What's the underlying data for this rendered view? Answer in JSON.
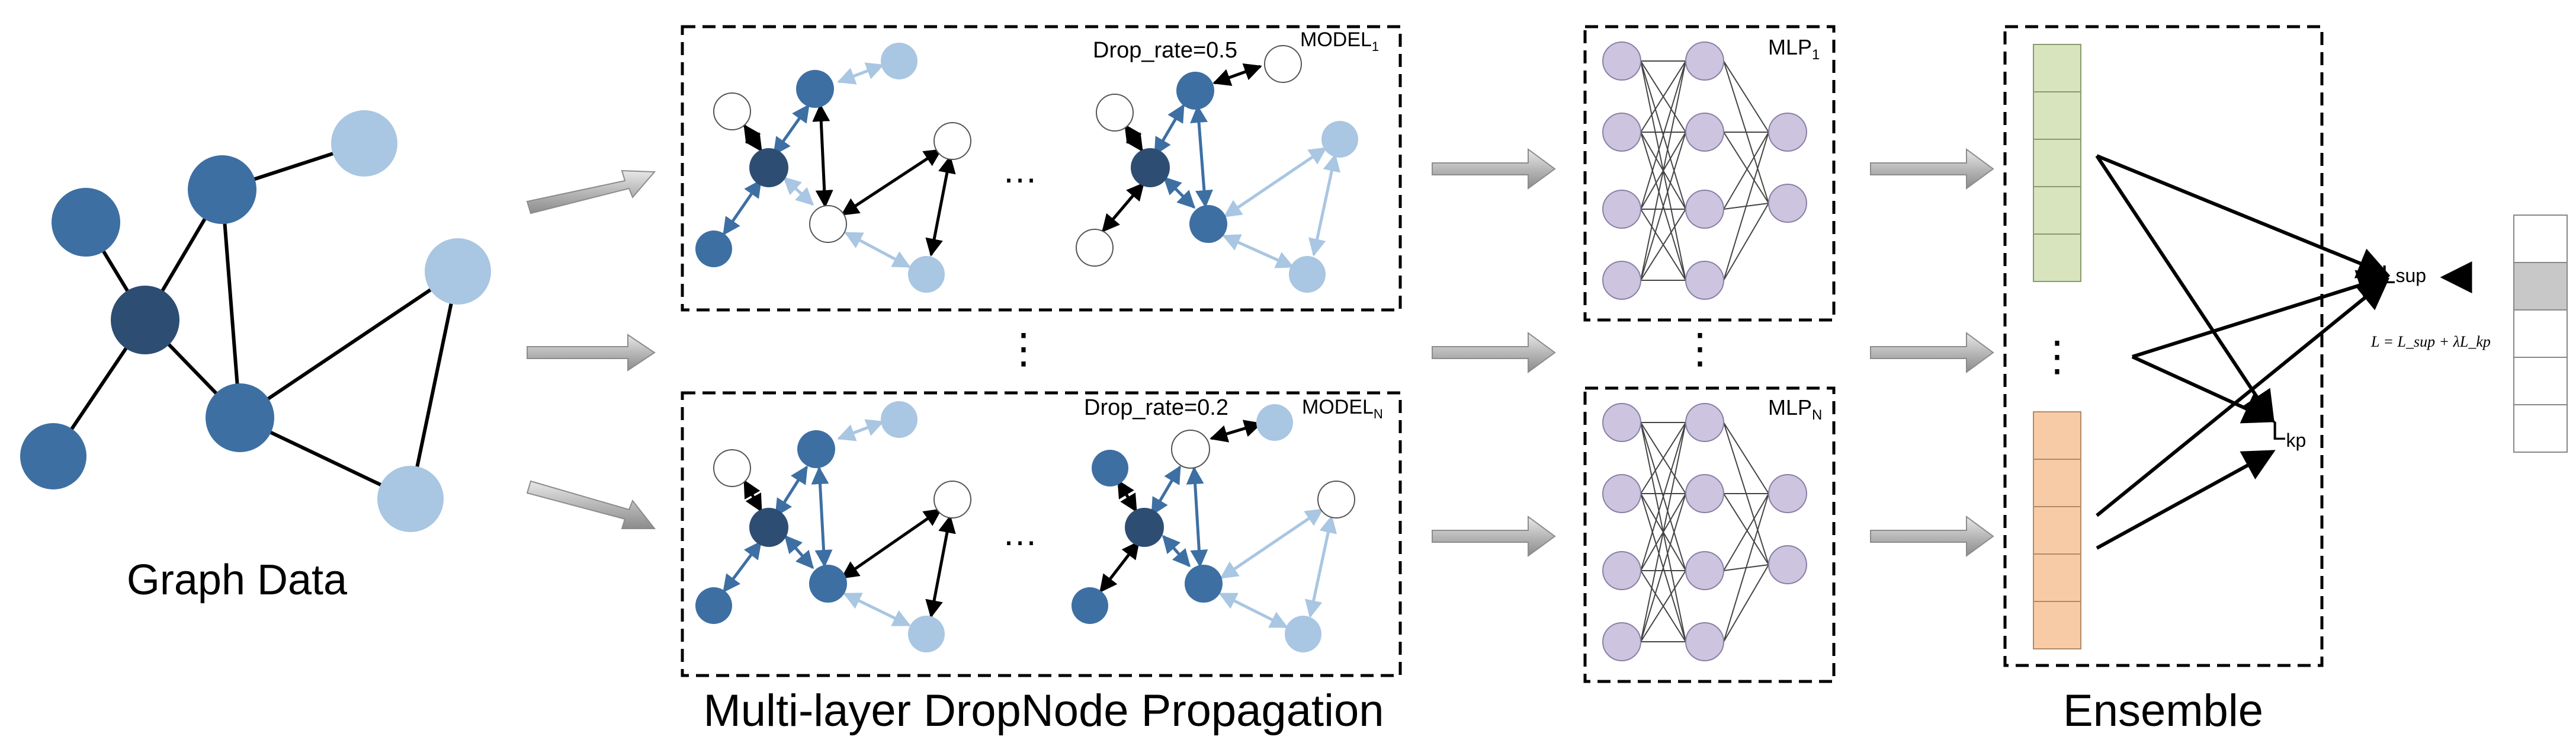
{
  "labels": {
    "graph_data": "Graph Data",
    "propagation": "Multi-layer DropNode Propagation",
    "ensemble": "Ensemble"
  },
  "models": {
    "top": {
      "drop_rate": "Drop_rate=0.5",
      "name": "MODEL",
      "sub": "1"
    },
    "bottom": {
      "drop_rate": "Drop_rate=0.2",
      "name": "MODEL",
      "sub": "N"
    }
  },
  "mlps": {
    "top": {
      "name": "MLP",
      "sub": "1"
    },
    "bottom": {
      "name": "MLP",
      "sub": "N"
    }
  },
  "losses": {
    "sup": {
      "main": "L",
      "sub": "sup"
    },
    "kp": {
      "main": "L",
      "sub": "kp"
    },
    "formula": "L = L_sup + λL_kp"
  },
  "ellipsis": {
    "h": "…",
    "v": "⋮"
  },
  "colors": {
    "node_dark": "#2e4d73",
    "node_mid": "#3d6fa3",
    "node_light": "#a9c6e2",
    "node_empty": "#ffffff",
    "mlp_node": "#cdc4df",
    "ensemble_green": "#d7e4bd",
    "ensemble_orange": "#f8cba7",
    "arrow_gray": "#a6a6a6"
  }
}
